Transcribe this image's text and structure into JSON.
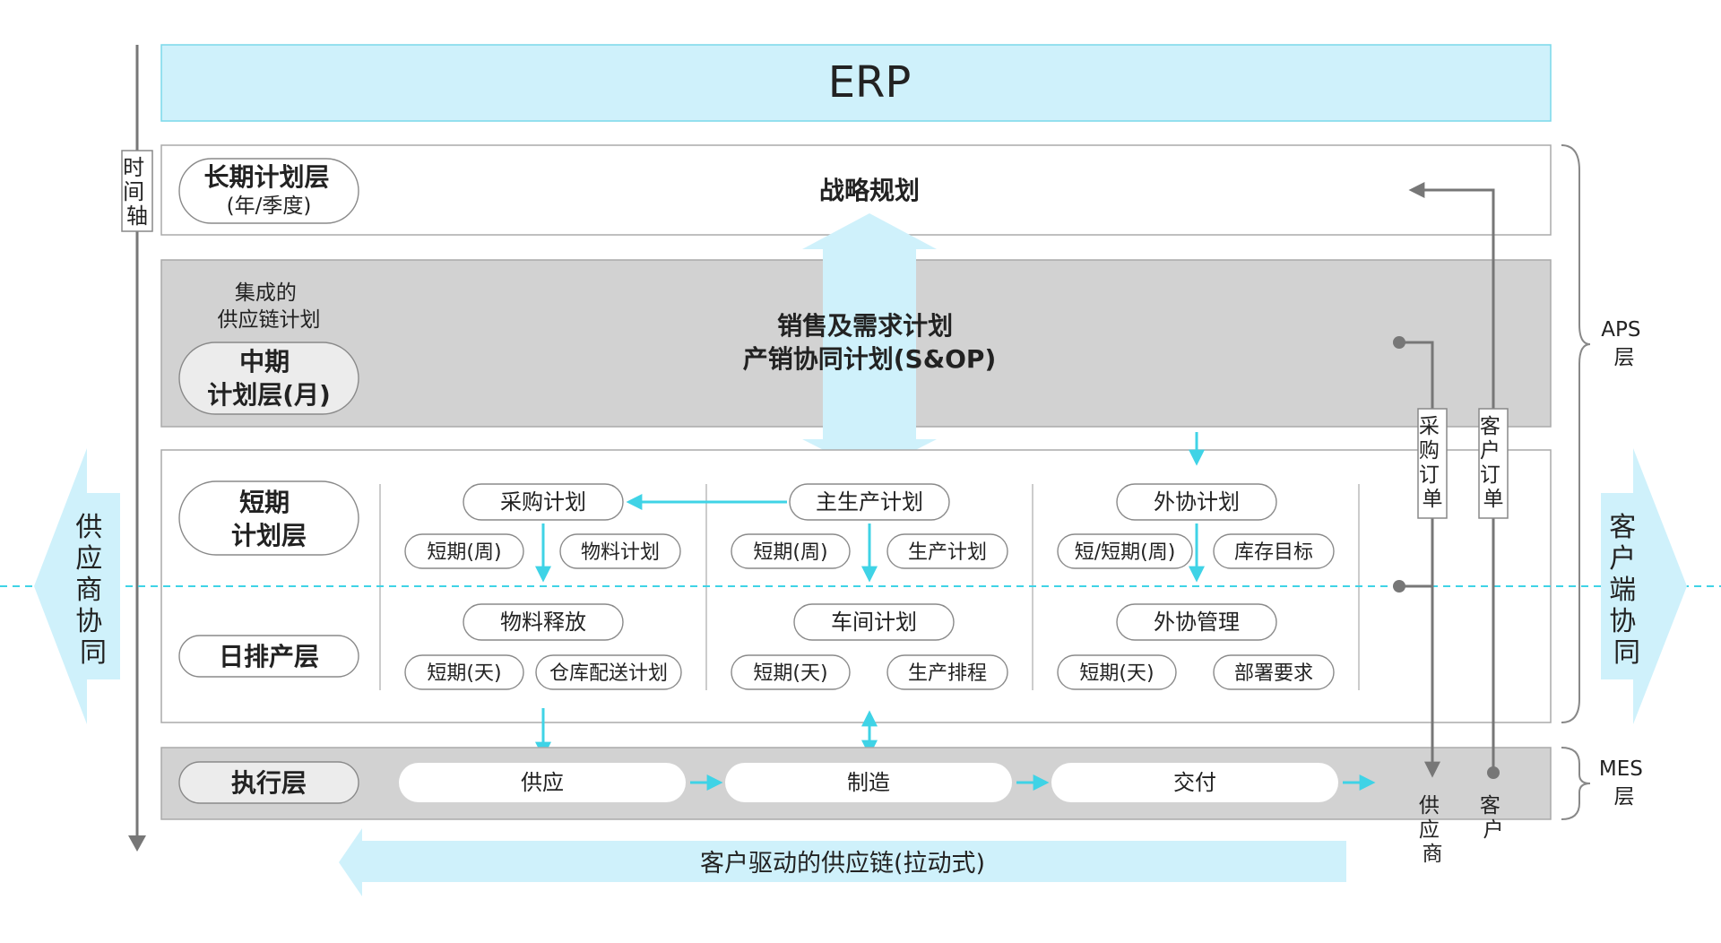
{
  "erp": "ERP",
  "time_axis": "时间轴",
  "long_term": {
    "label_line1": "长期计划层",
    "label_line2": "(年/季度)",
    "title": "战略规划"
  },
  "mid_term": {
    "note_line1": "集成的",
    "note_line2": "供应链计划",
    "label_line1": "中期",
    "label_line2": "计划层(月)",
    "title_line1": "销售及需求计划",
    "title_line2": "产销协同计划(S&OP)"
  },
  "short_term": {
    "label_line1": "短期",
    "label_line2": "计划层"
  },
  "daily_layer": "日排产层",
  "columns": [
    {
      "plan": "采购计划",
      "plan_sub1": "短期(周)",
      "plan_sub2": "物料计划",
      "daily": "物料释放",
      "daily_sub1": "短期(天)",
      "daily_sub2": "仓库配送计划"
    },
    {
      "plan": "主生产计划",
      "plan_sub1": "短期(周)",
      "plan_sub2": "生产计划",
      "daily": "车间计划",
      "daily_sub1": "短期(天)",
      "daily_sub2": "生产排程"
    },
    {
      "plan": "外协计划",
      "plan_sub1": "短/短期(周)",
      "plan_sub2": "库存目标",
      "daily": "外协管理",
      "daily_sub1": "短期(天)",
      "daily_sub2": "部署要求"
    }
  ],
  "execution": {
    "label": "执行层",
    "steps": [
      "供应",
      "制造",
      "交付"
    ]
  },
  "purchase_order": "采购订单",
  "customer_order": "客户订单",
  "supplier": "供应商",
  "customer": "客户",
  "supplier_collab": "供应商协同",
  "customer_collab": "客户端协同",
  "aps_line1": "APS",
  "aps_line2": "层",
  "mes_line1": "MES",
  "mes_line2": "层",
  "pull_chain": "客户驱动的供应链(拉动式)",
  "colors": {
    "cyan": "#3fd3e6",
    "light_cyan": "#cff1fb",
    "gray_band": "#d2d2d2"
  }
}
